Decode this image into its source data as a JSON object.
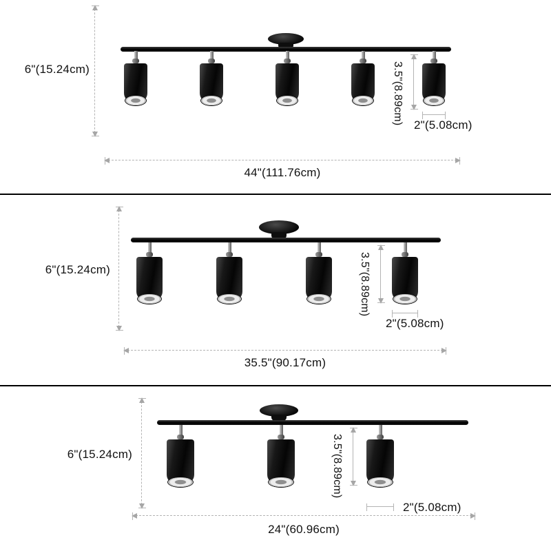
{
  "colors": {
    "background": "#ffffff",
    "fixture_black": "#0a0a0a",
    "dimension_line": "#b3b3b3",
    "label_text": "#111111",
    "divider": "#000000"
  },
  "panels": [
    {
      "variant": "5-light-track",
      "light_count": 5,
      "height_label": "6\"(15.24cm)",
      "head_height_label": "3.5\"(8.89cm)",
      "head_width_label": "2\"(5.08cm)",
      "length_label": "44\"(111.76cm)"
    },
    {
      "variant": "4-light-track",
      "light_count": 4,
      "height_label": "6\"(15.24cm)",
      "head_height_label": "3.5\"(8.89cm)",
      "head_width_label": "2\"(5.08cm)",
      "length_label": "35.5\"(90.17cm)"
    },
    {
      "variant": "3-light-track",
      "light_count": 3,
      "height_label": "6\"(15.24cm)",
      "head_height_label": "3.5\"(8.89cm)",
      "head_width_label": "2\"(5.08cm)",
      "length_label": "24\"(60.96cm)"
    }
  ]
}
